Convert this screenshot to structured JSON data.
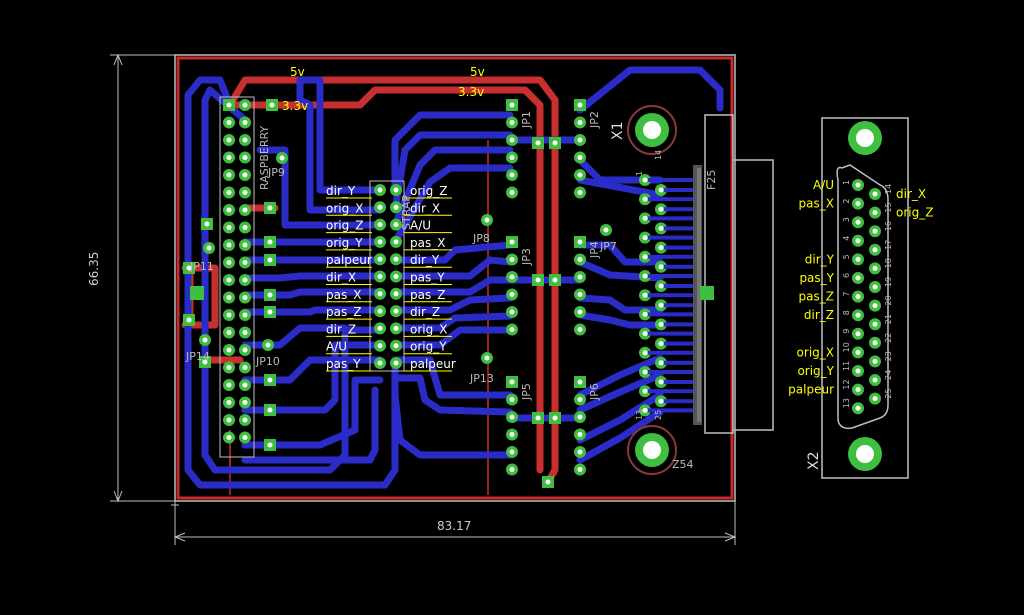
{
  "dimensions": {
    "width": "83.17",
    "height": "66.35"
  },
  "power_labels": {
    "v5_a": "5v",
    "v5_b": "5v",
    "v33_a": "3.3v",
    "v33_b": "3.3v"
  },
  "components": {
    "raspberry": "RASPBERRY",
    "strap": "STRAP",
    "x1": "X1",
    "x2": "X2",
    "f25": "F25",
    "z54": "Z54",
    "jp1": "JP1",
    "jp2": "JP2",
    "jp3": "JP3",
    "jp4": "JP4",
    "jp5": "JP5",
    "jp6": "JP6",
    "jp7": "JP7",
    "jp8": "JP8",
    "jp9": "JP9",
    "jp10": "JP10",
    "jp11": "JP11",
    "jp13": "JP13",
    "jp14": "JP14"
  },
  "strap_left": [
    "dir_Y",
    "orig_X",
    "orig_Z",
    "orig_Y",
    "palpeur",
    "dir_X",
    "pas_X",
    "pas_Z",
    "dir_Z",
    "A/U",
    "pas_Y"
  ],
  "strap_right": [
    "orig_Z",
    "dir_X",
    "A/U",
    "pas_X",
    "dir_Y",
    "pas_Y",
    "pas_Z",
    "dir_Z",
    "orig_X",
    "orig_Y",
    "palpeur"
  ],
  "x2_left": [
    {
      "pin": "1",
      "label": "A/U"
    },
    {
      "pin": "2",
      "label": "pas_X"
    },
    {
      "pin": "5",
      "label": "dir_Y"
    },
    {
      "pin": "6",
      "label": "pas_Y"
    },
    {
      "pin": "7",
      "label": "pas_Z"
    },
    {
      "pin": "8",
      "label": "dir_Z"
    },
    {
      "pin": "10",
      "label": "orig_X"
    },
    {
      "pin": "11",
      "label": "orig_Y"
    },
    {
      "pin": "12",
      "label": "palpeur"
    }
  ],
  "x2_right": [
    {
      "pin": "14",
      "label": "dir_X"
    },
    {
      "pin": "15",
      "label": "orig_Z"
    }
  ],
  "x2_pins_top": [
    "1",
    "2",
    "3",
    "4",
    "5",
    "6",
    "7",
    "8",
    "9",
    "10",
    "11",
    "12",
    "13"
  ],
  "x2_pins_bottom": [
    "14",
    "15",
    "16",
    "17",
    "18",
    "19",
    "20",
    "21",
    "22",
    "23",
    "24",
    "25"
  ],
  "x1_pins": {
    "p1": "1",
    "p13": "13",
    "p14": "14",
    "p25": "25"
  },
  "colors": {
    "background": "#000000",
    "board_outline": "#c8c8c8",
    "bottom_copper": "#2b2bc8",
    "top_copper": "#c82b2b",
    "pad": "#3fbf3f",
    "label": "#ffff00",
    "text": "#ffffff"
  }
}
